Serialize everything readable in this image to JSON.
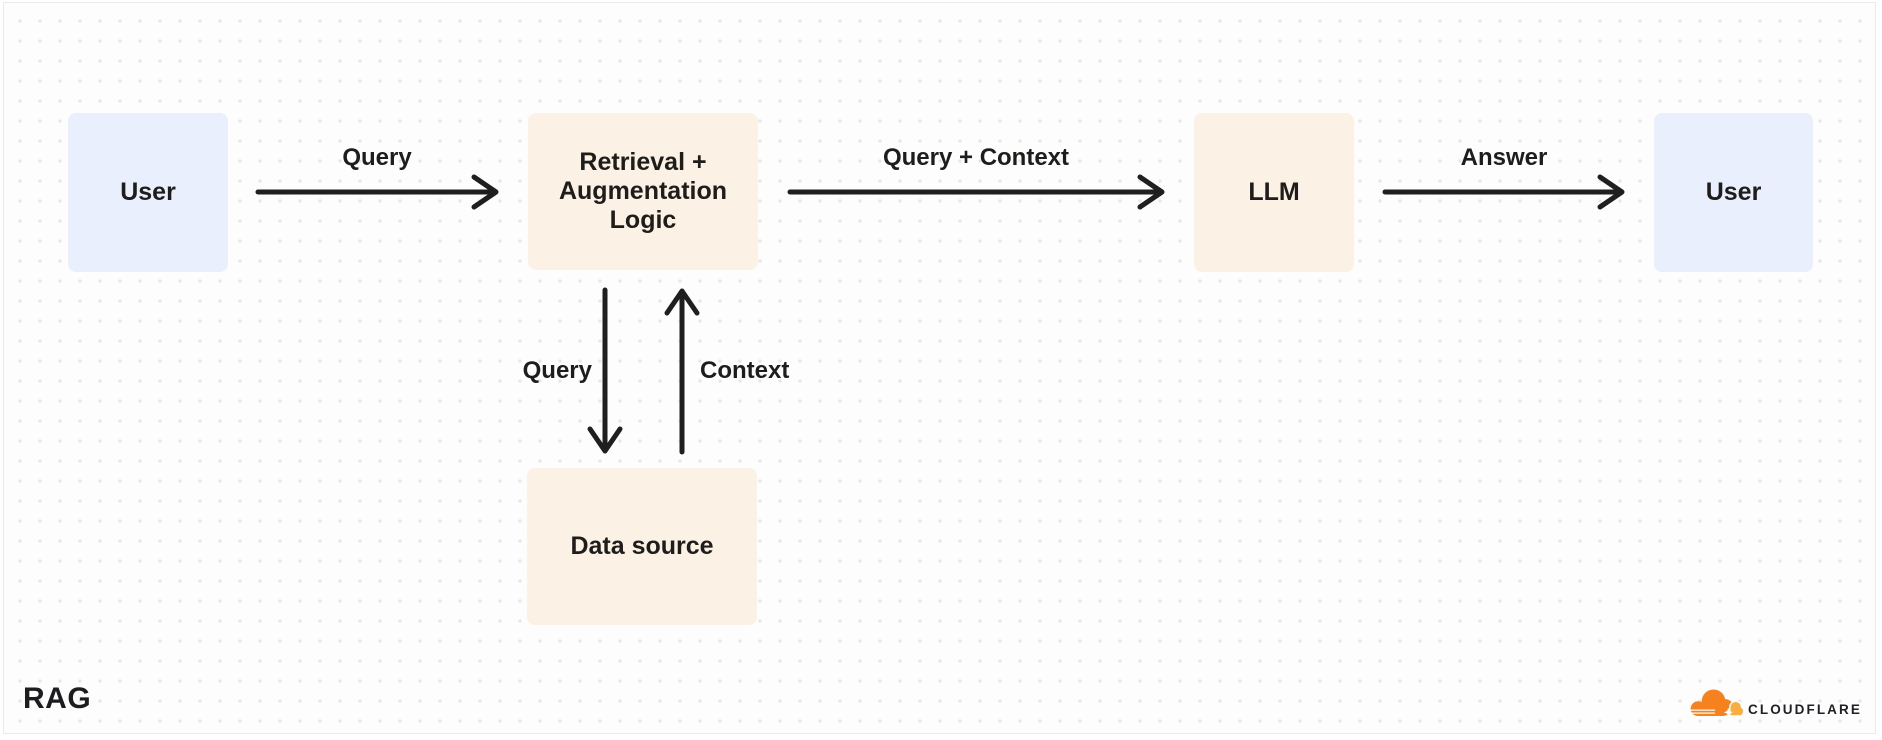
{
  "diagram": {
    "title": "RAG",
    "nodes": [
      {
        "id": "user-left",
        "label": "User",
        "kind": "user"
      },
      {
        "id": "retrieval-augmentation-logic",
        "label": "Retrieval + Augmentation Logic",
        "kind": "process"
      },
      {
        "id": "llm",
        "label": "LLM",
        "kind": "process"
      },
      {
        "id": "user-right",
        "label": "User",
        "kind": "user"
      },
      {
        "id": "data-source",
        "label": "Data source",
        "kind": "process"
      }
    ],
    "edges": [
      {
        "from": "user-left",
        "to": "retrieval-augmentation-logic",
        "label": "Query",
        "direction": "right"
      },
      {
        "from": "retrieval-augmentation-logic",
        "to": "llm",
        "label": "Query + Context",
        "direction": "right"
      },
      {
        "from": "llm",
        "to": "user-right",
        "label": "Answer",
        "direction": "right"
      },
      {
        "from": "retrieval-augmentation-logic",
        "to": "data-source",
        "label": "Query",
        "direction": "down"
      },
      {
        "from": "data-source",
        "to": "retrieval-augmentation-logic",
        "label": "Context",
        "direction": "up"
      }
    ],
    "colors": {
      "user_node_fill": "#e9effc",
      "process_node_fill": "#fbf1e4",
      "arrow": "#1f1f1f",
      "text": "#1e1d1b",
      "canvas_dot": "#e7e7e7",
      "canvas_border": "#e9eaec",
      "cloudflare_orange": "#f6821f",
      "cloudflare_light_orange": "#fbad41"
    }
  },
  "branding": {
    "logo_icon": "cloudflare-cloud-icon",
    "wordmark": "CLOUDFLARE"
  }
}
